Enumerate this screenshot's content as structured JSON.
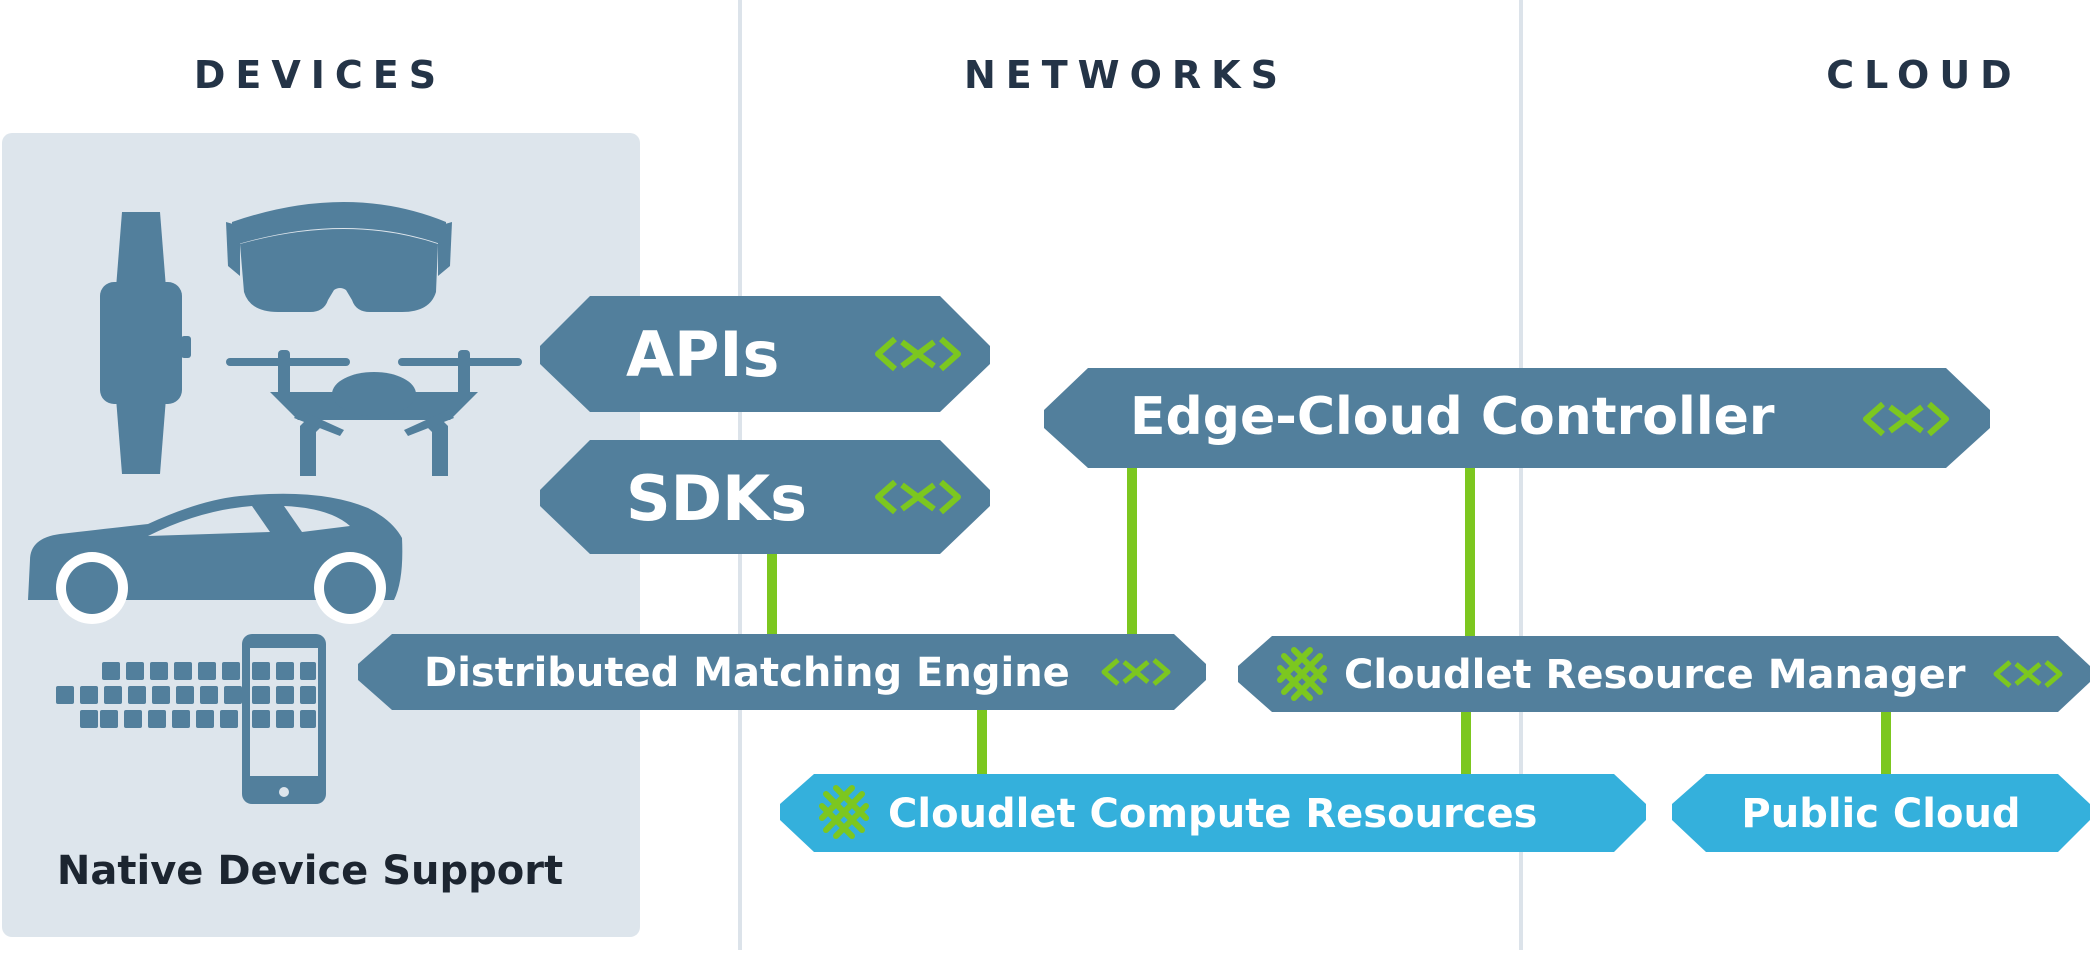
{
  "columns": {
    "devices": "DEVICES",
    "networks": "NETWORKS",
    "cloud": "CLOUD"
  },
  "device_panel": {
    "caption": "Native Device Support",
    "icons": [
      "watch-icon",
      "vr-headset-icon",
      "drone-icon",
      "car-icon",
      "keyboard-icon",
      "smartphone-icon"
    ]
  },
  "components": {
    "apis": "APIs",
    "sdks": "SDKs",
    "controller": "Edge-Cloud Controller",
    "matching_engine": "Distributed Matching Engine",
    "resource_manager": "Cloudlet Resource Manager",
    "compute": "Cloudlet Compute Resources",
    "public_cloud": "Public Cloud"
  },
  "colors": {
    "slate": "#527f9c",
    "cyan": "#34b0dc",
    "green": "#7cc71f",
    "panel": "#dde5ec",
    "divider": "#dce3ea",
    "heading": "#243447"
  }
}
